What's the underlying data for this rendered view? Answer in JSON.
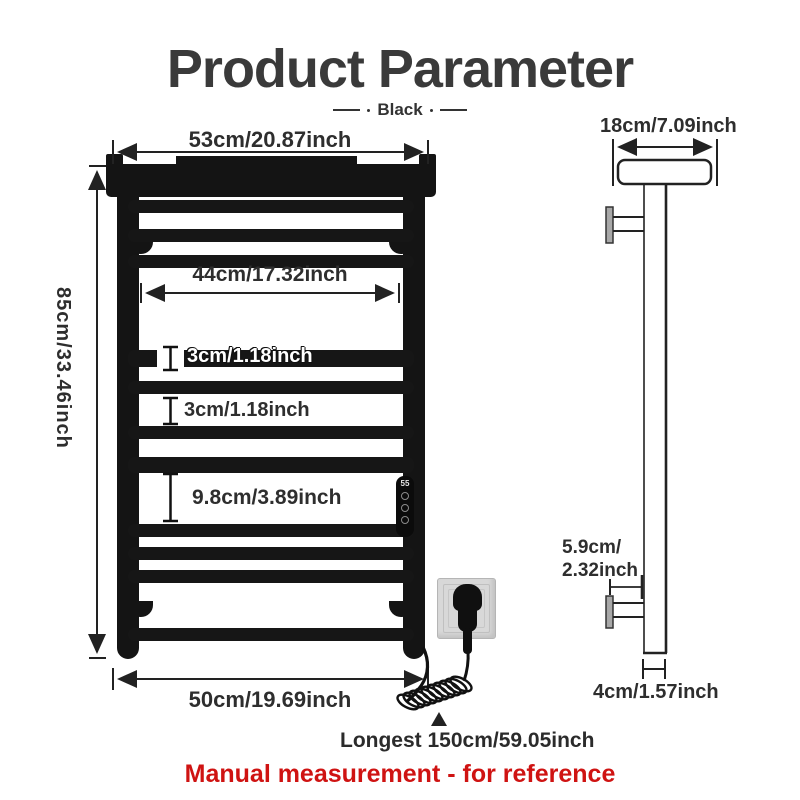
{
  "title": "Product Parameter",
  "subtitle": {
    "label": "Black"
  },
  "front_view": {
    "top_width": "53cm/20.87inch",
    "total_height": "85cm/33.46inch",
    "inner_width": "44cm/17.32inch",
    "bar_size_1": "3cm/1.18inch",
    "bar_size_2": "3cm/1.18inch",
    "section_gap": "9.8cm/3.89inch",
    "bottom_width": "50cm/19.69inch",
    "panel": {
      "display": "55"
    }
  },
  "side_view": {
    "top_depth": "18cm/7.09inch",
    "wall_distance_line1": "5.9cm/",
    "wall_distance_line2": "2.32inch",
    "bottom_depth": "4cm/1.57inch"
  },
  "cord": {
    "length_label": "Longest 150cm/59.05inch"
  },
  "footer": {
    "note": "Manual measurement - for reference"
  },
  "colors": {
    "ink": "#2e2e2e",
    "rack_black": "#141414",
    "accent_red": "#cf1312"
  }
}
